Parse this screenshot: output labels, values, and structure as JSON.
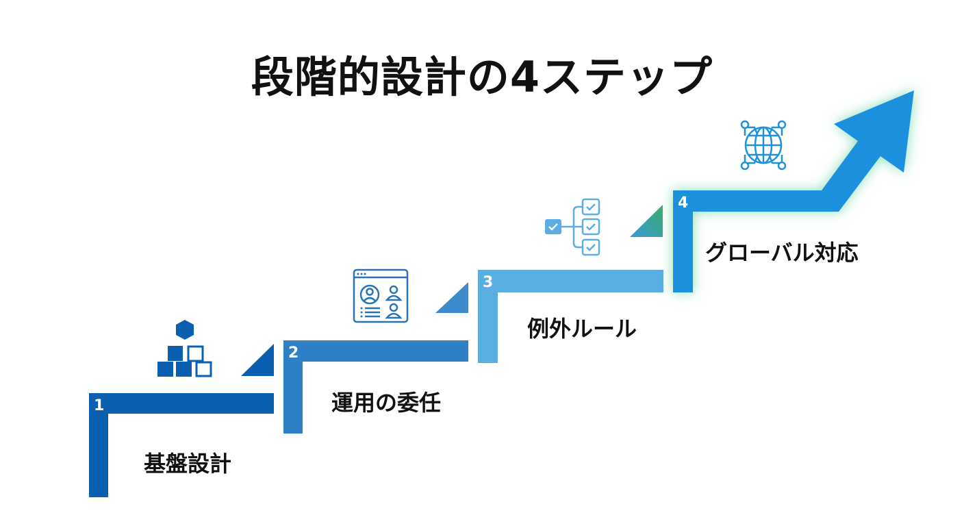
{
  "title": "段階的設計の4ステップ",
  "colors": {
    "step1": "#0a5fb0",
    "step2": "#2e7fc4",
    "step3": "#5aaee2",
    "step4": "#1e90dc",
    "glow": "#5fd3a0",
    "triangle1": "#0a5fb0",
    "triangle2": "#3d8bcc",
    "triangle3_start": "#3a9ad8",
    "triangle3_end": "#3aaa6a",
    "icon1": "#0a5fb0",
    "icon2": "#2a73b4",
    "icon3": "#5aaee2",
    "icon4": "#1e90dc"
  },
  "steps": [
    {
      "number": "1",
      "label": "基盤設計",
      "icon": "blocks-icon"
    },
    {
      "number": "2",
      "label": "運用の委任",
      "icon": "user-management-window-icon"
    },
    {
      "number": "3",
      "label": "例外ルール",
      "icon": "checklist-tree-icon"
    },
    {
      "number": "4",
      "label": "グローバル対応",
      "icon": "network-globe-icon"
    }
  ]
}
